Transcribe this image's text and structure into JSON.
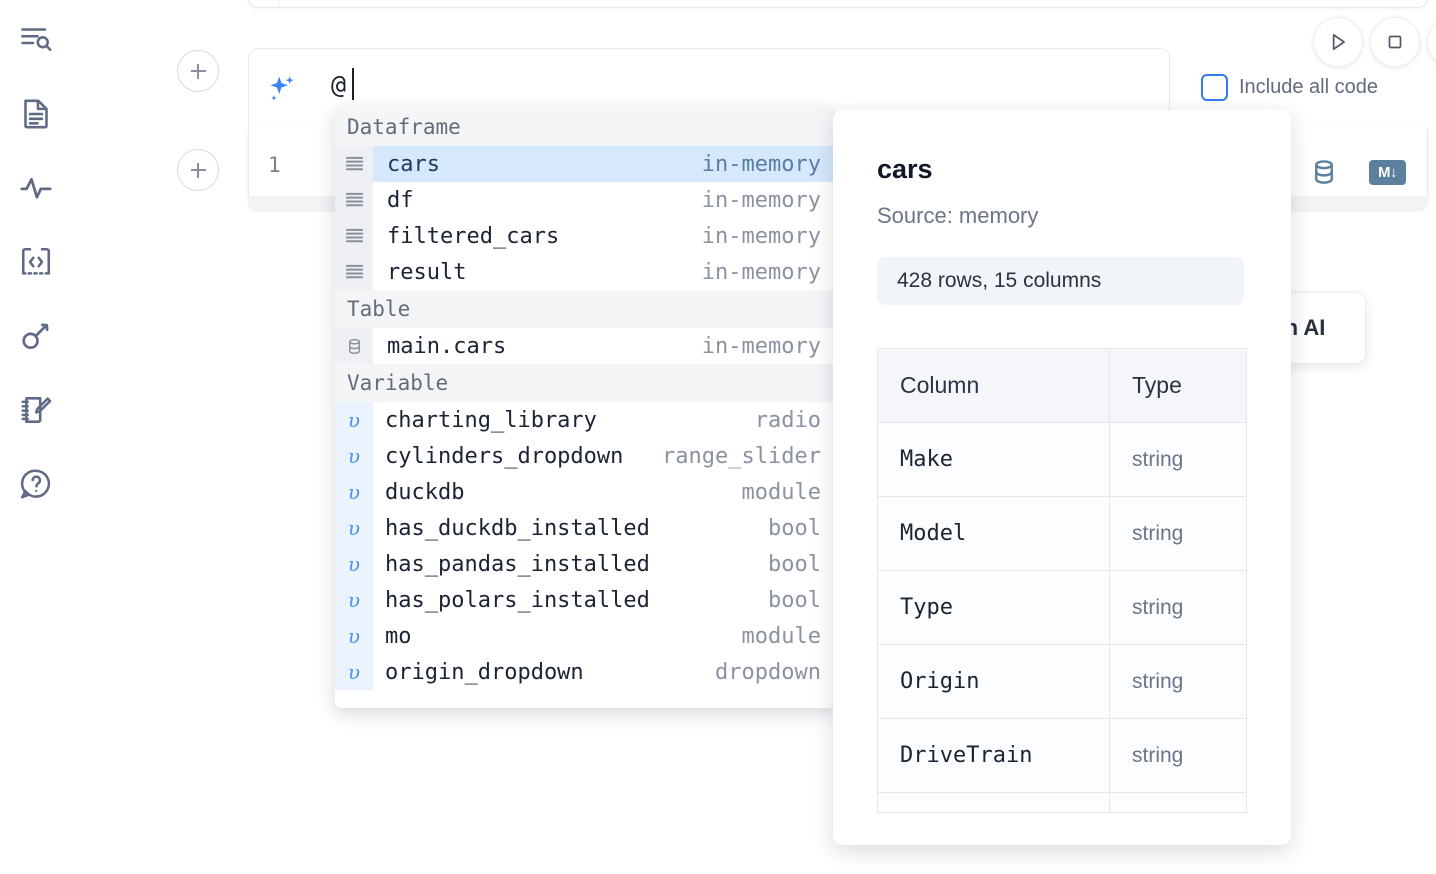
{
  "rail": {
    "items": [
      {
        "name": "explore-icon",
        "label": "Explore"
      },
      {
        "name": "file-icon",
        "label": "Notebook file"
      },
      {
        "name": "activity-icon",
        "label": "Activity"
      },
      {
        "name": "code-icon",
        "label": "Code snippets"
      },
      {
        "name": "key-icon",
        "label": "Secrets"
      },
      {
        "name": "scratchpad-icon",
        "label": "Scratchpad"
      },
      {
        "name": "help-icon",
        "label": "Help"
      }
    ]
  },
  "prompt": {
    "value": "@",
    "ai_icon": "sparkles-icon",
    "include_all_code": {
      "label": "Include all code",
      "checked": false,
      "accent": "#2f7ef0"
    },
    "buttons": {
      "run": "run-icon",
      "stop": "stop-icon",
      "more": "more-icon"
    }
  },
  "cell": {
    "line_number": "1",
    "tools": [
      {
        "name": "database-icon",
        "label": ""
      },
      {
        "name": "markdown-icon",
        "label": "M↓"
      }
    ]
  },
  "with_ai_button": {
    "label": "h AI"
  },
  "autocomplete": {
    "groups": [
      {
        "label": "Dataframe",
        "icon": "dataframe-icon",
        "kind": "dataframe",
        "items": [
          {
            "name": "cars",
            "type": "in-memory",
            "selected": true
          },
          {
            "name": "df",
            "type": "in-memory",
            "selected": false
          },
          {
            "name": "filtered_cars",
            "type": "in-memory",
            "selected": false
          },
          {
            "name": "result",
            "type": "in-memory",
            "selected": false
          }
        ]
      },
      {
        "label": "Table",
        "icon": "database-icon",
        "kind": "table",
        "items": [
          {
            "name": "main.cars",
            "type": "in-memory",
            "selected": false
          }
        ]
      },
      {
        "label": "Variable",
        "icon": "variable-icon",
        "kind": "variable",
        "glyph": "υ",
        "items": [
          {
            "name": "charting_library",
            "type": "radio",
            "selected": false
          },
          {
            "name": "cylinders_dropdown",
            "type": "range_slider",
            "selected": false
          },
          {
            "name": "duckdb",
            "type": "module",
            "selected": false
          },
          {
            "name": "has_duckdb_installed",
            "type": "bool",
            "selected": false
          },
          {
            "name": "has_pandas_installed",
            "type": "bool",
            "selected": false
          },
          {
            "name": "has_polars_installed",
            "type": "bool",
            "selected": false
          },
          {
            "name": "mo",
            "type": "module",
            "selected": false
          },
          {
            "name": "origin_dropdown",
            "type": "dropdown",
            "selected": false
          }
        ]
      }
    ]
  },
  "doc_panel": {
    "title": "cars",
    "source": "Source: memory",
    "shape": "428 rows, 15 columns",
    "table": {
      "headers": [
        "Column",
        "Type"
      ],
      "rows": [
        [
          "Make",
          "string"
        ],
        [
          "Model",
          "string"
        ],
        [
          "Type",
          "string"
        ],
        [
          "Origin",
          "string"
        ],
        [
          "DriveTrain",
          "string"
        ]
      ]
    }
  },
  "colors": {
    "accent_blue": "#2f7ef0",
    "selected_row": "#d6e8fb",
    "rail_icon": "#5f6b85",
    "tool_icon": "#5c7f9e"
  }
}
